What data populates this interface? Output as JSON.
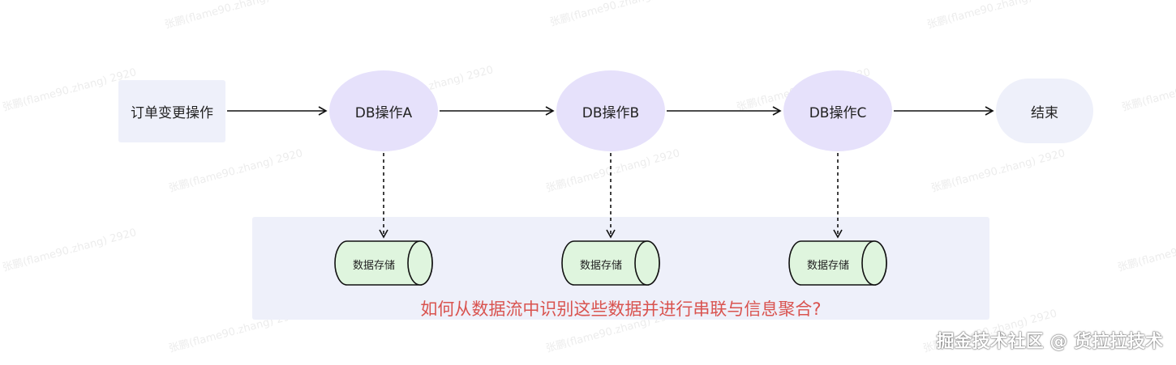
{
  "watermark": "张鹏(flame90.zhang) 2920",
  "nodes": {
    "start": "订单变更操作",
    "op_a": "DB操作A",
    "op_b": "DB操作B",
    "op_c": "DB操作C",
    "end": "结束"
  },
  "storage": {
    "a": "数据存储",
    "b": "数据存储",
    "c": "数据存储"
  },
  "question": "如何从数据流中识别这些数据并进行串联与信息聚合?",
  "brand": "掘金技术社区 @ 货拉拉技术",
  "colors": {
    "op_fill": "#e6e1fb",
    "start_fill": "#eef0fa",
    "storage_fill": "#dff5de",
    "question_text": "#d9534f"
  }
}
